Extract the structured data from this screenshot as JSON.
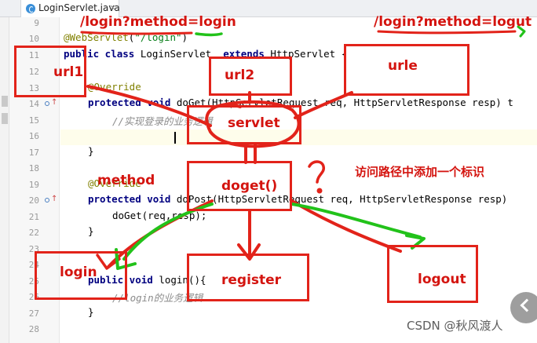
{
  "editor": {
    "tab": {
      "file_name": "LoginServlet.java",
      "close_glyph": "×"
    },
    "line_numbers": [
      "9",
      "10",
      "11",
      "12",
      "13",
      "14",
      "15",
      "16",
      "17",
      "18",
      "19",
      "20",
      "21",
      "22",
      "23",
      "24",
      "25",
      "26",
      "27",
      "28"
    ],
    "code": {
      "l10_annotation": "@WebServlet",
      "l10_open": "(",
      "l10_string": "\"/login\"",
      "l10_close": ")",
      "l11_kw": "public class",
      "l11_name": " LoginServlet  ",
      "l11_kw2": "extends",
      "l11_rest": " HttpServlet {",
      "l13_annotation": "@Override",
      "l14_kw": "protected void",
      "l14_rest": " doGet(HttpServletRequest req, HttpServletResponse resp) t",
      "l15_comment": "//实现登录的业务逻辑",
      "l17": "}",
      "l19_annotation": "@Override",
      "l20_kw": "protected void",
      "l20_rest": " doPost(HttpServletRequest req, HttpServletResponse resp)",
      "l21": "doGet(req,resp);",
      "l22": "}",
      "l24_kw": "public void",
      "l24_rest": " login(){",
      "l25_comment": "//login的业务逻辑",
      "l26": "}"
    }
  },
  "annotations": {
    "labels": {
      "login_method_url": "/login?method=login",
      "logout_method_url": "/login?method=logut",
      "url1": "url1",
      "url2": "url2",
      "urle": "urle",
      "servlet": "servlet",
      "method": "method",
      "doget": "doget()",
      "question_mark": "?",
      "note": "访问路径中添加一个标识",
      "login": "login",
      "register": "register",
      "logout": "logout"
    },
    "colors": {
      "red": "#e2231a",
      "green": "#22c21a"
    }
  },
  "watermark": {
    "text": "CSDN @秋风渡人"
  },
  "icons": [
    "java-class-icon",
    "close-icon",
    "breakpoint-icon",
    "override-arrow-icon",
    "scroll-up-icon"
  ]
}
